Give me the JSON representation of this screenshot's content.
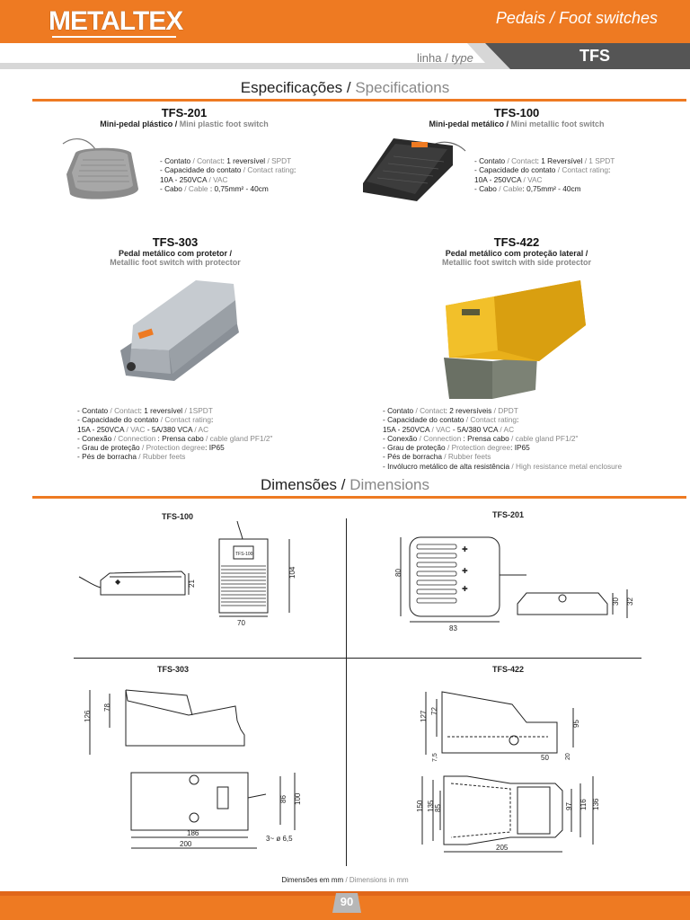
{
  "header": {
    "brand": "METALTEX",
    "title": "Pedais / Foot switches",
    "type_pt": "linha",
    "type_sep": " / ",
    "type_en": "type",
    "type_code": "TFS"
  },
  "specifications": {
    "title_pt": "Especificações",
    "title_sep": " / ",
    "title_en": "Specifications",
    "products": [
      {
        "code": "TFS-201",
        "sub_pt": "Mini-pedal plástico /",
        "sub_en": " Mini plastic foot switch",
        "specs": [
          {
            "pt": "- Contato ",
            "sep": "/ ",
            "en": "Contact",
            "val": ": 1 reversível ",
            "en2": "/ SPDT"
          },
          {
            "pt": "- Capacidade do contato ",
            "sep": "/ ",
            "en": "Contact rating",
            "val": ":",
            "en2": ""
          },
          {
            "pt": "  10A - 250VCA ",
            "sep": "/ ",
            "en": "VAC",
            "val": "",
            "en2": ""
          },
          {
            "pt": "- Cabo ",
            "sep": "/ ",
            "en": "Cable",
            "val": " : 0,75mm² - 40cm",
            "en2": ""
          }
        ]
      },
      {
        "code": "TFS-100",
        "sub_pt": "Mini-pedal metálico /",
        "sub_en": " Mini metallic foot switch",
        "specs": [
          {
            "pt": "- Contato ",
            "sep": "/ ",
            "en": "Contact",
            "val": ": 1 Reversível ",
            "en2": "/ 1 SPDT"
          },
          {
            "pt": "- Capacidade do contato ",
            "sep": "/ ",
            "en": "Contact rating",
            "val": ":",
            "en2": ""
          },
          {
            "pt": "  10A - 250VCA ",
            "sep": "/ ",
            "en": "VAC",
            "val": "",
            "en2": ""
          },
          {
            "pt": "- Cabo ",
            "sep": "/ ",
            "en": "Cable",
            "val": ":  0,75mm² - 40cm",
            "en2": ""
          }
        ]
      },
      {
        "code": "TFS-303",
        "sub_pt": "Pedal metálico com protetor /",
        "sub_en": "Metallic foot switch with protector",
        "specs": [
          {
            "pt": "- Contato ",
            "sep": "/ ",
            "en": "Contact",
            "val": ": 1 reversível ",
            "en2": "/ 1SPDT"
          },
          {
            "pt": "- Capacidade do contato ",
            "sep": "/ ",
            "en": "Contact rating",
            "val": ":",
            "en2": ""
          },
          {
            "pt": "  15A - 250VCA ",
            "sep": "/ ",
            "en": "VAC",
            "val": " - 5A/380 VCA ",
            "en2": "/ AC"
          },
          {
            "pt": "- Conexão ",
            "sep": "/ ",
            "en": "Connection",
            "val": " : Prensa cabo ",
            "en2": "/ cable gland PF1/2\""
          },
          {
            "pt": "- Grau de proteção ",
            "sep": "/ ",
            "en": "Protection degree",
            "val": ": IP65",
            "en2": ""
          },
          {
            "pt": "- Pés de borracha ",
            "sep": "/ ",
            "en": "Rubber feets",
            "val": "",
            "en2": ""
          }
        ]
      },
      {
        "code": "TFS-422",
        "sub_pt": "Pedal metálico com proteção lateral /",
        "sub_en": "Metallic foot switch with side protector",
        "specs": [
          {
            "pt": "- Contato ",
            "sep": "/ ",
            "en": "Contact",
            "val": ": 2 reversíveis ",
            "en2": "/ DPDT"
          },
          {
            "pt": "- Capacidade do contato ",
            "sep": "/ ",
            "en": "Contact rating",
            "val": ":",
            "en2": ""
          },
          {
            "pt": "  15A - 250VCA ",
            "sep": "/ ",
            "en": "VAC",
            "val": " - 5A/380 VCA ",
            "en2": "/ AC"
          },
          {
            "pt": "- Conexão ",
            "sep": "/ ",
            "en": "Connection",
            "val": " : Prensa cabo ",
            "en2": "/ cable gland PF1/2\""
          },
          {
            "pt": "- Grau de proteção ",
            "sep": "/ ",
            "en": "Protection degree",
            "val": ": IP65",
            "en2": ""
          },
          {
            "pt": "- Pés de borracha ",
            "sep": "/ ",
            "en": "Rubber feets",
            "val": "",
            "en2": ""
          },
          {
            "pt": "- Invólucro metálico de alta resistência ",
            "sep": "/ ",
            "en": "High resistance metal enclosure",
            "val": "",
            "en2": ""
          }
        ]
      }
    ]
  },
  "dimensions": {
    "title_pt": "Dimensões",
    "title_sep": " / ",
    "title_en": "Dimensions",
    "labels": [
      "TFS-100",
      "TFS-201",
      "TFS-303",
      "TFS-422"
    ],
    "tfs100": {
      "d1": "21",
      "d2": "104",
      "d3": "70",
      "plate": "TFS-100"
    },
    "tfs201": {
      "d1": "80",
      "d2": "83",
      "d3": "30",
      "d4": "32"
    },
    "tfs303": {
      "d1": "126",
      "d2": "78",
      "d3": "86",
      "d4": "100",
      "d5": "186",
      "d6": "200",
      "d7": "3~ ø 6,5"
    },
    "tfs422": {
      "d1": "127",
      "d2": "72",
      "d3": "95",
      "d4": "7,5",
      "d5": "50",
      "d6": "20",
      "d7": "150",
      "d8": "135",
      "d9": "85",
      "d10": "97",
      "d11": "116",
      "d12": "136",
      "d13": "205"
    },
    "footnote_pt": "Dimensões em mm",
    "footnote_sep": " / ",
    "footnote_en": "Dimensions in mm"
  },
  "footer": {
    "page": "90"
  },
  "colors": {
    "accent": "#ee7a22",
    "dark": "#555555",
    "muted": "#888888"
  }
}
